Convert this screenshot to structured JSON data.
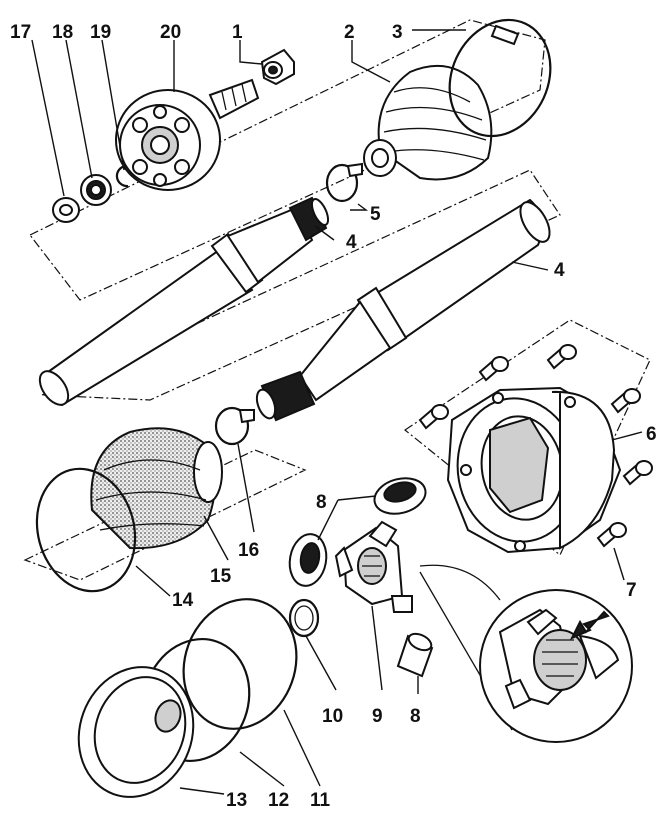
{
  "callouts": [
    {
      "id": "c17",
      "text": "17"
    },
    {
      "id": "c18",
      "text": "18"
    },
    {
      "id": "c19",
      "text": "19"
    },
    {
      "id": "c20",
      "text": "20"
    },
    {
      "id": "c1",
      "text": "1"
    },
    {
      "id": "c2",
      "text": "2"
    },
    {
      "id": "c3",
      "text": "3"
    },
    {
      "id": "c5",
      "text": "5"
    },
    {
      "id": "c4a",
      "text": "4"
    },
    {
      "id": "c4b",
      "text": "4"
    },
    {
      "id": "c6",
      "text": "6"
    },
    {
      "id": "c7",
      "text": "7"
    },
    {
      "id": "c8a",
      "text": "8"
    },
    {
      "id": "c8b",
      "text": "8"
    },
    {
      "id": "c9",
      "text": "9"
    },
    {
      "id": "c10",
      "text": "10"
    },
    {
      "id": "c11",
      "text": "11"
    },
    {
      "id": "c12",
      "text": "12"
    },
    {
      "id": "c13",
      "text": "13"
    },
    {
      "id": "c14",
      "text": "14"
    },
    {
      "id": "c15",
      "text": "15"
    },
    {
      "id": "c16",
      "text": "16"
    }
  ]
}
